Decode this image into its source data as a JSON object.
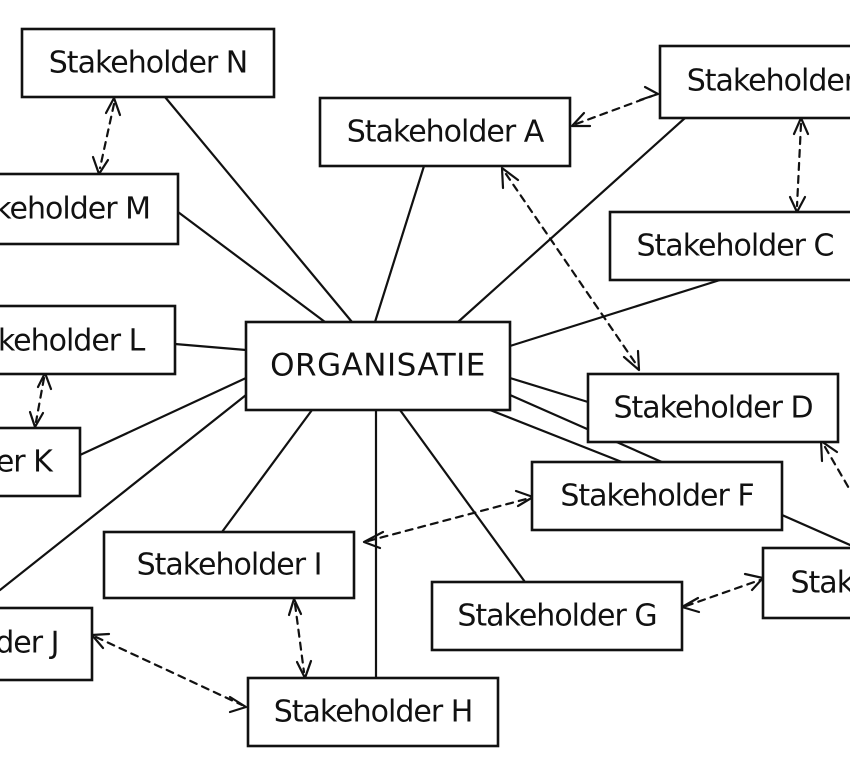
{
  "diagram": {
    "center": "ORGANISATIE",
    "stakeholders": {
      "a": "Stakeholder A",
      "b": "Stakeholder B",
      "c": "Stakeholder C",
      "d": "Stakeholder D",
      "e": "Stakeholder E",
      "f": "Stakeholder F",
      "g": "Stakeholder G",
      "h": "Stakeholder H",
      "i": "Stakeholder I",
      "j": "Stakeholder J",
      "k": "Stakeholder K",
      "l": "Stakeholder L",
      "m": "Stakeholder M",
      "n": "Stakeholder N"
    }
  }
}
